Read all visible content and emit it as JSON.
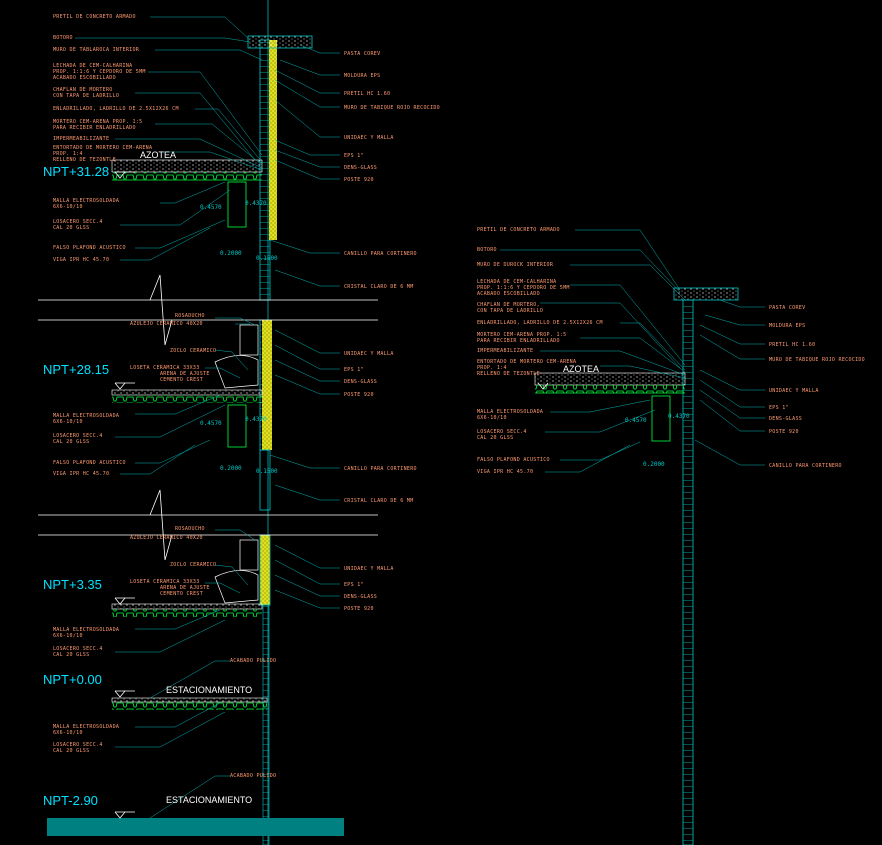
{
  "colors": {
    "background": "#000000",
    "leader": "#00b4b4",
    "label": "#ff9a70",
    "level": "#00e0ff",
    "slab": "#e8e8e8",
    "green": "#00ff40",
    "insulation": "#ffff40",
    "ground": "#008080"
  },
  "levels": {
    "roof": "NPT+31.28",
    "floor2": "NPT+28.15",
    "floor1": "NPT+3.35",
    "ground": "NPT+0.00",
    "basement": "NPT-2.90"
  },
  "rooms": {
    "roof": "AZOTEA",
    "ground": "ESTACIONAMIENTO",
    "basement": "ESTACIONAMIENTO",
    "detail_roof": "AZOTEA"
  },
  "dims": {
    "d1": "0.4570",
    "d2": "0.4370",
    "d3": "0.2000",
    "d4": "0.1500",
    "d5": "0.4570",
    "d6": "0.4370",
    "d7": "0.2000",
    "d8": "0.1500",
    "d9": "0.4570",
    "d10": "0.4370",
    "d11": "0.2000"
  },
  "left_labels": {
    "l1": "PRETIL DE CONCRETO ARMADO",
    "l2": "BOTORO",
    "l3": "MURO DE TABLAROCA INTERIOR",
    "l4": "LECHADA DE CEM-CALHARINA",
    "l5": "PROP. 1:1:6 Y CEPDORO DE 5MM",
    "l6": "ACABADO ESCOBILLADO",
    "l7": "CHAFLAN DE MORTERO",
    "l8": "CON TAPA DE LADRILLO",
    "l9": "ENLADRILLADO, LADRILLO DE 2.5X12X26 CM",
    "l10": "MORTERO CEM-ARENA PROP. 1:5",
    "l11": "PARA RECIBIR ENLADRILLADO",
    "l12": "IMPERMEABILIZANTE",
    "l13": "ENTORTADO DE MORTERO CEM-ARENA",
    "l14": "PROP. 1:4",
    "l15": "RELLENO DE TEZONTLE",
    "l16": "MALLA ELECTROSOLDADA",
    "l17": "6X6-10/10",
    "l18": "LOSACERO SECC.4",
    "l19": "CAL 20 GLSS",
    "l20": "FALSO PLAFOND ACUSTICO",
    "l21": "VIGA IPR HC 45.70",
    "l22": "ROSADUCHO",
    "l23": "AZULEJO CERAMICO 40X20",
    "l24": "ZOCLO CERAMICO",
    "l25": "LOSETA CERAMICA 33X33",
    "l26": "ARENA DE AJUSTE",
    "l27": "CEMENTO CREST",
    "l28": "MALLA ELECTROSOLDADA",
    "l29": "6X6-10/10",
    "l30": "LOSACERO SECC.4",
    "l31": "CAL 20 GLSS",
    "l32": "FALSO PLAFOND ACUSTICO",
    "l33": "VIGA IPR HC 45.70",
    "l34": "ROSADUCHO",
    "l35": "AZULEJO CERAMICO 40X20",
    "l36": "ZOCLO CERAMICO",
    "l37": "LOSETA CERAMICA 33X33",
    "l38": "ARENA DE AJUSTE",
    "l39": "CEMENTO CREST",
    "l40": "MALLA ELECTROSOLDADA",
    "l41": "6X6-10/10",
    "l42": "LOSACERO SECC.4",
    "l43": "CAL 20 GLSS",
    "l44": "ACABADO PULIDO",
    "l45": "MALLA ELECTROSOLDADA",
    "l46": "6X6-10/10",
    "l47": "LOSACERO SECC.4",
    "l48": "CAL 20 GLSS",
    "l49": "ACABADO PULIDO"
  },
  "right_labels": {
    "r1": "PASTA COREV",
    "r2": "MOLDURA EPS",
    "r3": "PRETIL HC 1.60",
    "r4": "MURO DE TABIQUE ROJO RECOCIDO",
    "r5": "UNIDAEC Y MALLA",
    "r6": "EPS 1\"",
    "r7": "DENS-GLASS",
    "r8": "POSTE 920",
    "r9": "CANILLO PARA CORTINERO",
    "r10": "CRISTAL CLARO DE 6 MM",
    "r11": "UNIDAEC Y MALLA",
    "r12": "EPS 1\"",
    "r13": "DENS-GLASS",
    "r14": "POSTE 920",
    "r15": "CANILLO PARA CORTINERO",
    "r16": "CRISTAL CLARO DE 6 MM",
    "r17": "UNIDAEC Y MALLA",
    "r18": "EPS 1\"",
    "r19": "DENS-GLASS",
    "r20": "POSTE 920"
  },
  "detail_labels": {
    "d1": "PRETIL DE CONCRETO ARMADO",
    "d2": "BOTORO",
    "d3": "MURO DE DUROCK INTERIOR",
    "d4": "LECHADA DE CEM-CALHARINA",
    "d5": "PROP. 1:1:6 Y CEPDORO DE 5MM",
    "d6": "ACABADO ESCOBILLADO",
    "d7": "CHAFLAN DE MORTERO,",
    "d8": "CON TAPA DE LADRILLO",
    "d9": "ENLADRILLADO, LADRILLO DE 2.5X12X26 CM",
    "d10": "MORTERO CEM-ARENA PROP. 1:5",
    "d11": "PARA RECIBIR ENLADRILLADO",
    "d12": "IMPERMEABILIZANTE",
    "d13": "ENTORTADO DE MORTERO CEM-ARENA",
    "d14": "PROP. 1:4",
    "d15": "RELLENO DE TEZONTLE",
    "d16": "MALLA ELECTROSOLDADA",
    "d17": "6X6-10/10",
    "d18": "LOSACERO SECC.4",
    "d19": "CAL 20 GLSS",
    "d20": "FALSO PLAFOND ACUSTICO",
    "d21": "VIGA IPR HC 45.70",
    "d22": "PASTA COREV",
    "d23": "MOLDURA EPS",
    "d24": "PRETIL HC 1.60",
    "d25": "MURO DE TABIQUE ROJO RECOCIDO",
    "d26": "UNIDAEC Y MALLA",
    "d27": "EPS 1\"",
    "d28": "DENS-GLASS",
    "d29": "POSTE 920",
    "d30": "CANILLO PARA CORTINERO"
  }
}
